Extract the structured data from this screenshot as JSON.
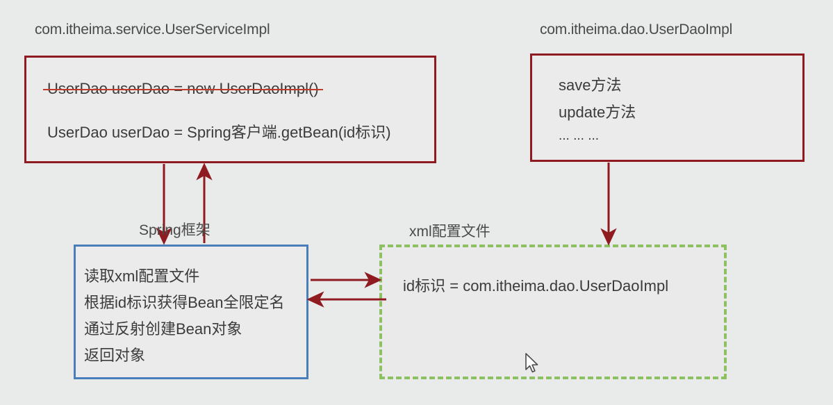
{
  "diagram": {
    "title_service": "com.itheima.service.UserServiceImpl",
    "title_dao": "com.itheima.dao.UserDaoImpl",
    "label_spring_framework": "Spring框架",
    "label_xml_config": "xml配置文件",
    "service_box": {
      "line_struck": "UserDao userDao = new UserDaoImpl()",
      "line_active": "UserDao userDao = Spring客户端.getBean(id标识)"
    },
    "dao_box": {
      "lines": [
        "save方法",
        "update方法",
        "... ... ..."
      ]
    },
    "spring_box": {
      "lines": [
        "读取xml配置文件",
        "根据id标识获得Bean全限定名",
        "通过反射创建Bean对象",
        "返回对象"
      ]
    },
    "xml_box": {
      "line": "id标识 = com.itheima.dao.UserDaoImpl"
    },
    "colors": {
      "red_border": "#8f1b20",
      "blue_border": "#4a7ebb",
      "green_border": "#8dc063",
      "arrow": "#8f1b20",
      "strike": "#c0392b",
      "background": "#e9eaea",
      "box_fill": "#ebebeb",
      "text": "#3b3b3b",
      "caption_text": "#4a4a4a"
    }
  }
}
